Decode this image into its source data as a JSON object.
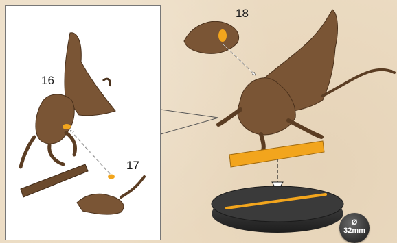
{
  "steps": {
    "inset_upper_part": "16",
    "inset_lower_part": "17",
    "head_part": "18"
  },
  "base_badge": {
    "symbol": "Ø",
    "size": "32mm"
  },
  "colors": {
    "model_brown": "#7a5535",
    "glue_highlight": "#f2a51d",
    "base_dark": "#2f2f2f",
    "badge_grey": "#4a4a4a",
    "parchment": "#ecdcc3"
  },
  "icons": [
    "assembly-arrow-icon",
    "size-badge-icon"
  ]
}
